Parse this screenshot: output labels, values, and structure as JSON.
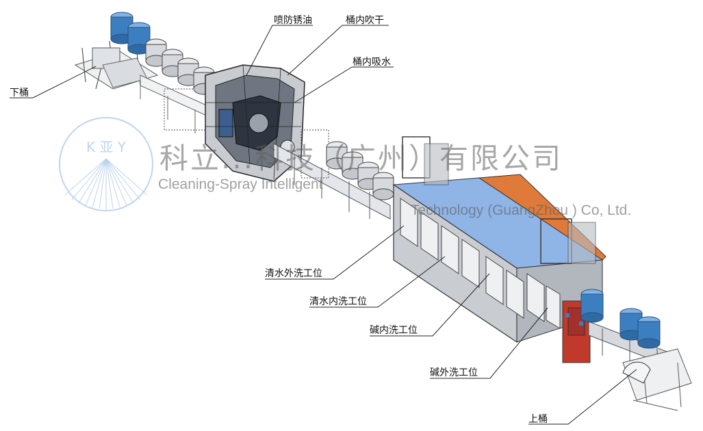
{
  "labels": {
    "unload_drum": "下桶",
    "rust_oil_spray": "喷防锈油",
    "inner_blow_dry": "桶内吹干",
    "inner_water_suction": "桶内吸水",
    "clean_water_outer_wash": "清水外洗工位",
    "clean_water_inner_wash": "清水内洗工位",
    "alkali_inner_wash": "碱内洗工位",
    "alkali_outer_wash": "碱外洗工位",
    "load_drum": "上桶"
  },
  "watermark": {
    "logo_text": "K 亚 Y",
    "company_cn": "科立...科技（广州）有限公司",
    "company_en_part1": "Cleaning-Spray Intelligent",
    "company_en_part2": "Technology (GuangZhou ) Co, Ltd."
  },
  "colors": {
    "drum_blue": "#3b7fc0",
    "frame_gray": "#9a9fa6",
    "panel_gray": "#c9cdd2",
    "cabin_top_blue": "#8fb4e6",
    "control_panel_red": "#c0392b",
    "stripe_orange": "#e07a3a",
    "machine_dark": "#2e3440",
    "watermark_blue": "#8ab2de"
  }
}
